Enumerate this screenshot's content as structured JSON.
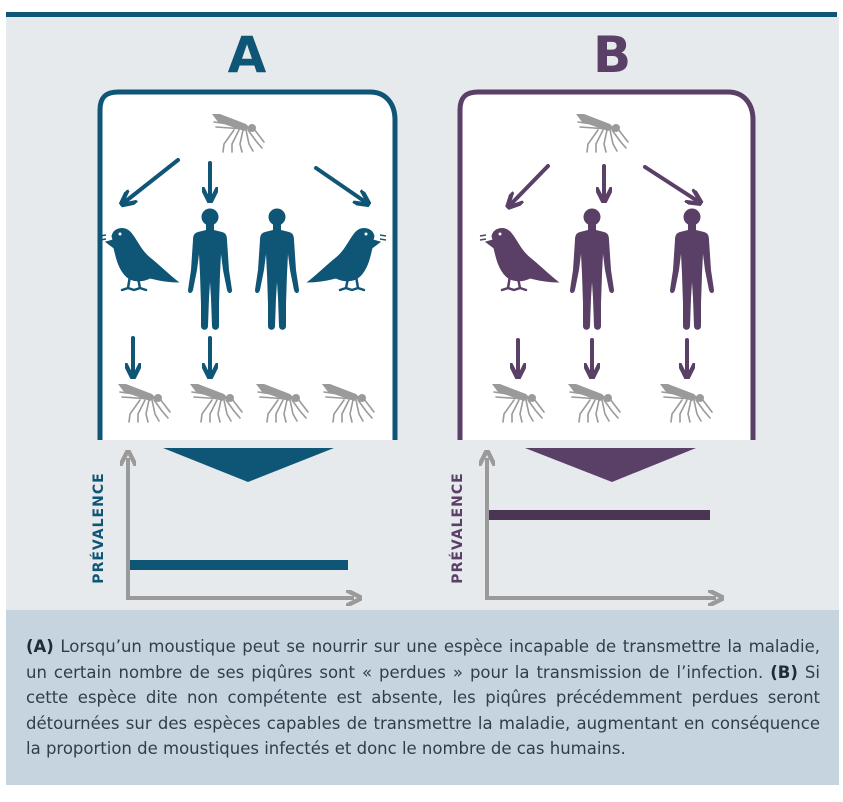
{
  "panels": [
    {
      "letter": "A",
      "color": "#0f5676",
      "y_axis_label": "PRÉVALENCE",
      "prevalence_level": "low",
      "hosts": [
        "bird",
        "human",
        "human",
        "bird"
      ],
      "mosquitoes_infected": 4
    },
    {
      "letter": "B",
      "color": "#5a3f66",
      "y_axis_label": "PRÉVALENCE",
      "prevalence_level": "high",
      "hosts": [
        "bird",
        "human",
        "human"
      ],
      "mosquitoes_infected": 3
    }
  ],
  "colors": {
    "panel_background": "#e7eaec",
    "caption_background": "#c6d4e0",
    "axis_gray": "#9a9a9a",
    "mosquito_gray": "#9a9a9a"
  },
  "caption": {
    "a_label": "(A)",
    "a_text": " Lorsqu’un moustique peut se nourrir sur une espèce incapable de transmettre la maladie, un certain nombre de ses piqûres sont « perdues » pour la transmission de l’infection. ",
    "b_label": "(B)",
    "b_text": " Si cette espèce dite non compétente est absente, les piqûres précédemment perdues seront détournées sur des espèces capables de transmettre la maladie, augmentant en conséquence la proportion de moustiques infectés et donc le nombre de cas humains."
  }
}
